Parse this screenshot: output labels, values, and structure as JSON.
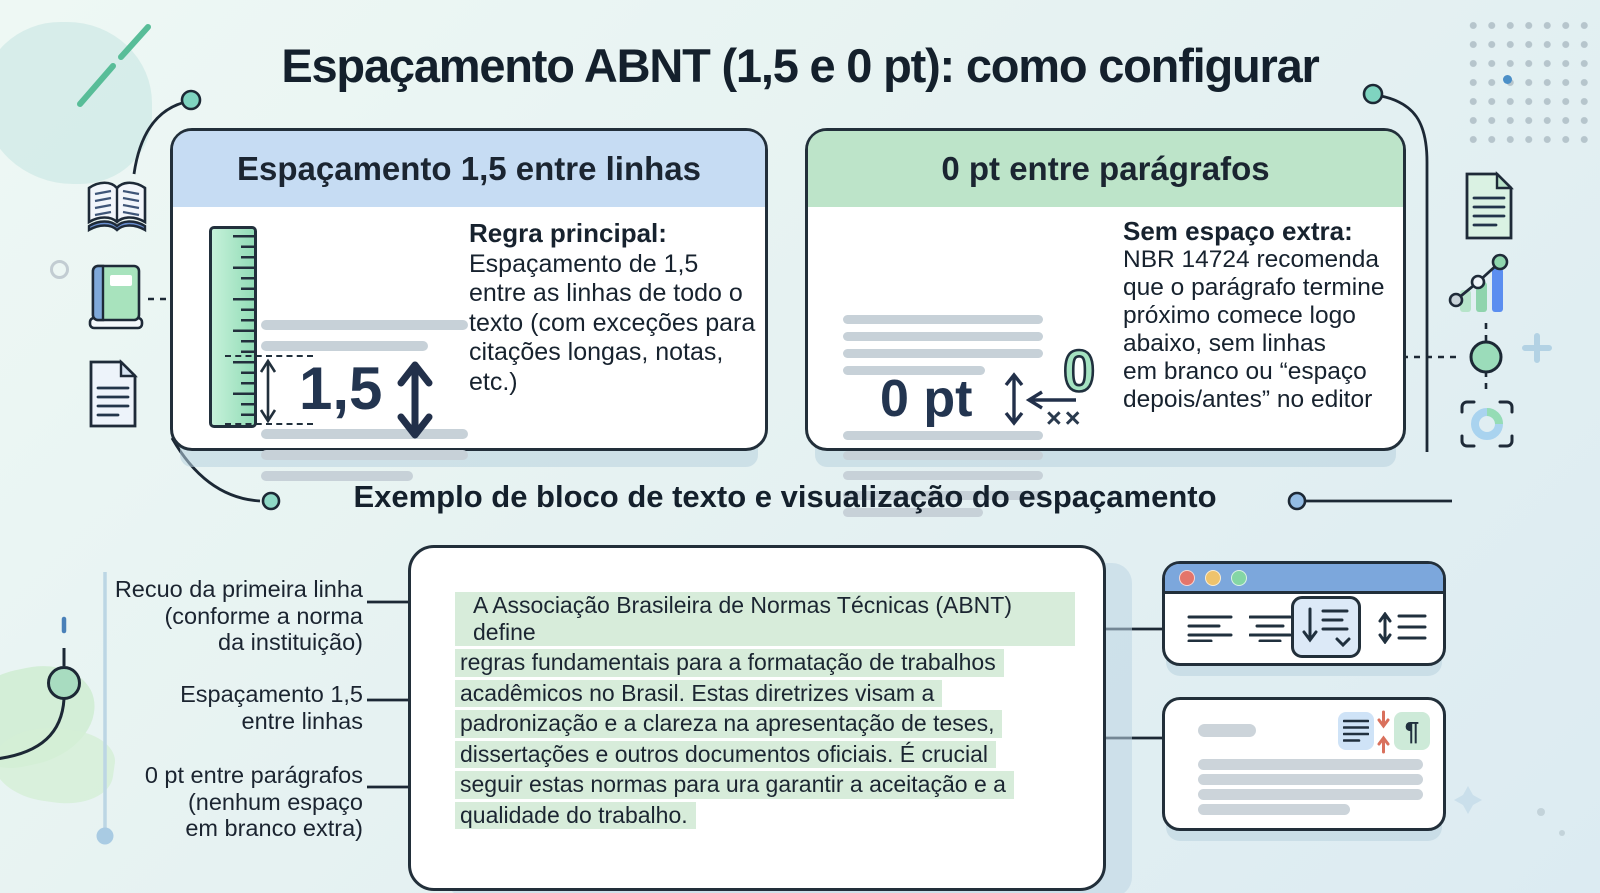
{
  "title": "Espaçamento ABNT (1,5 e 0 pt): como configurar",
  "card_line_spacing": {
    "header": "Espaçamento 1,5 entre linhas",
    "value": "1,5",
    "rule_title": "Regra principal:",
    "rule_lines": [
      "Espaçamento de 1,5",
      "entre as linhas de todo o",
      "texto (com exceções para",
      "citações longas, notas,",
      "etc.)"
    ]
  },
  "card_paragraph_spacing": {
    "header": "0 pt entre parágrafos",
    "value": "0 pt",
    "badge": "0",
    "crosses": "××",
    "rule_title": "Sem espaço extra:",
    "rule_lines": [
      "NBR 14724 recomenda",
      "que o parágrafo termine",
      "próximo comece logo",
      "abaixo, sem linhas",
      "em branco ou “espaço",
      "depois/antes” no editor"
    ]
  },
  "section_title": "Exemplo de bloco de texto e visualização do espaçamento",
  "example_paragraph": {
    "lines": [
      "A Associação Brasileira de Normas Técnicas (ABNT) define",
      "regras fundamentais para a formatação de trabalhos",
      "acadêmicos no Brasil. Estas diretrizes visam a",
      "padronização e a clareza na apresentação de teses,",
      "dissertações e outros documentos oficiais. É crucial",
      "seguir estas normas para ura garantir a aceitação e a",
      "qualidade do trabalho."
    ]
  },
  "annotations": [
    {
      "lines": [
        "Recuo da primeira linha",
        "(conforme a norma",
        "da instituição)"
      ]
    },
    {
      "lines": [
        "Espaçamento 1,5",
        "entre linhas"
      ]
    },
    {
      "lines": [
        "0 pt entre parágrafos",
        "(nenhum espaço",
        "em branco extra)"
      ]
    }
  ],
  "editor_mockup": {
    "paragraph_mark": "¶"
  },
  "colors": {
    "header_blue": "#c6dcf3",
    "header_green": "#bde4c9",
    "highlight_green": "#d7ecda",
    "navy": "#233550",
    "line_gray": "#c7d1d8",
    "titlebar_blue": "#7ca7dc"
  }
}
